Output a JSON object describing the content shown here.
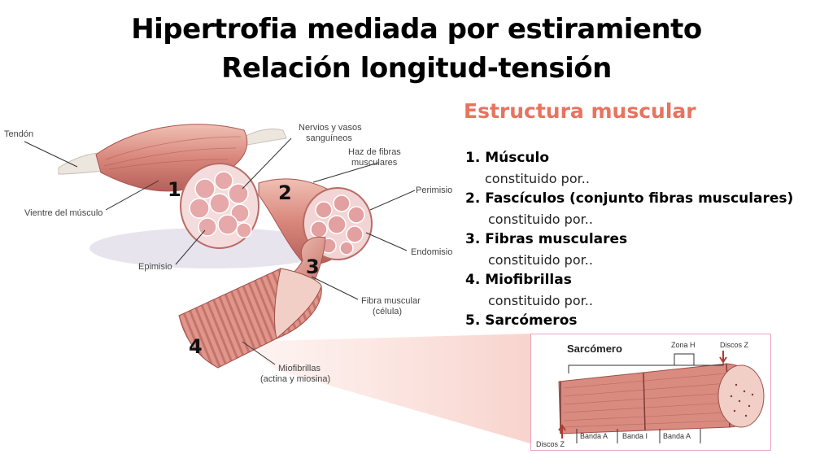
{
  "title": {
    "line1": "Hipertrofia mediada por estiramiento",
    "line2": "Relación longitud-tensión"
  },
  "diagram": {
    "labels": {
      "tendon": "Tendón",
      "nervios1": "Nervios y vasos",
      "nervios2": "sanguíneos",
      "haz1": "Haz de fibras",
      "haz2": "musculares",
      "perimisio": "Perimisio",
      "vientre": "Vientre del músculo",
      "endomisio": "Endomisio",
      "epimisio": "Epimisio",
      "fibra1": "Fibra muscular",
      "fibra2": "(célula)",
      "miofibrillas1": "Miofibrillas",
      "miofibrillas2": "(actina y miosina)"
    },
    "numbers": [
      "1",
      "2",
      "3",
      "4"
    ]
  },
  "structure": {
    "title": "Estructura muscular",
    "items": [
      {
        "label": "1. Músculo",
        "sub": "constituido por.."
      },
      {
        "label": "2. Fascículos (conjunto fibras musculares)",
        "sub": "constituido por.."
      },
      {
        "label": "3. Fibras musculares",
        "sub": "constituido por.."
      },
      {
        "label": "4. Miofibrillas",
        "sub": "constituido por.."
      },
      {
        "label": "5. Sarcómeros",
        "sub": ""
      }
    ]
  },
  "sarcomere": {
    "title": "Sarcómero",
    "zona_h": "Zona H",
    "discos_z_top": "Discos Z",
    "discos_z_bottom": "Discos Z",
    "bands": [
      "Banda A",
      "Banda I",
      "Banda A"
    ]
  },
  "colors": {
    "accent": "#e8735f",
    "muscle": "#d98b80",
    "muscle_dark": "#b85f58",
    "muscle_light": "#f1c3b8",
    "inset_border": "#e9a3c6"
  }
}
